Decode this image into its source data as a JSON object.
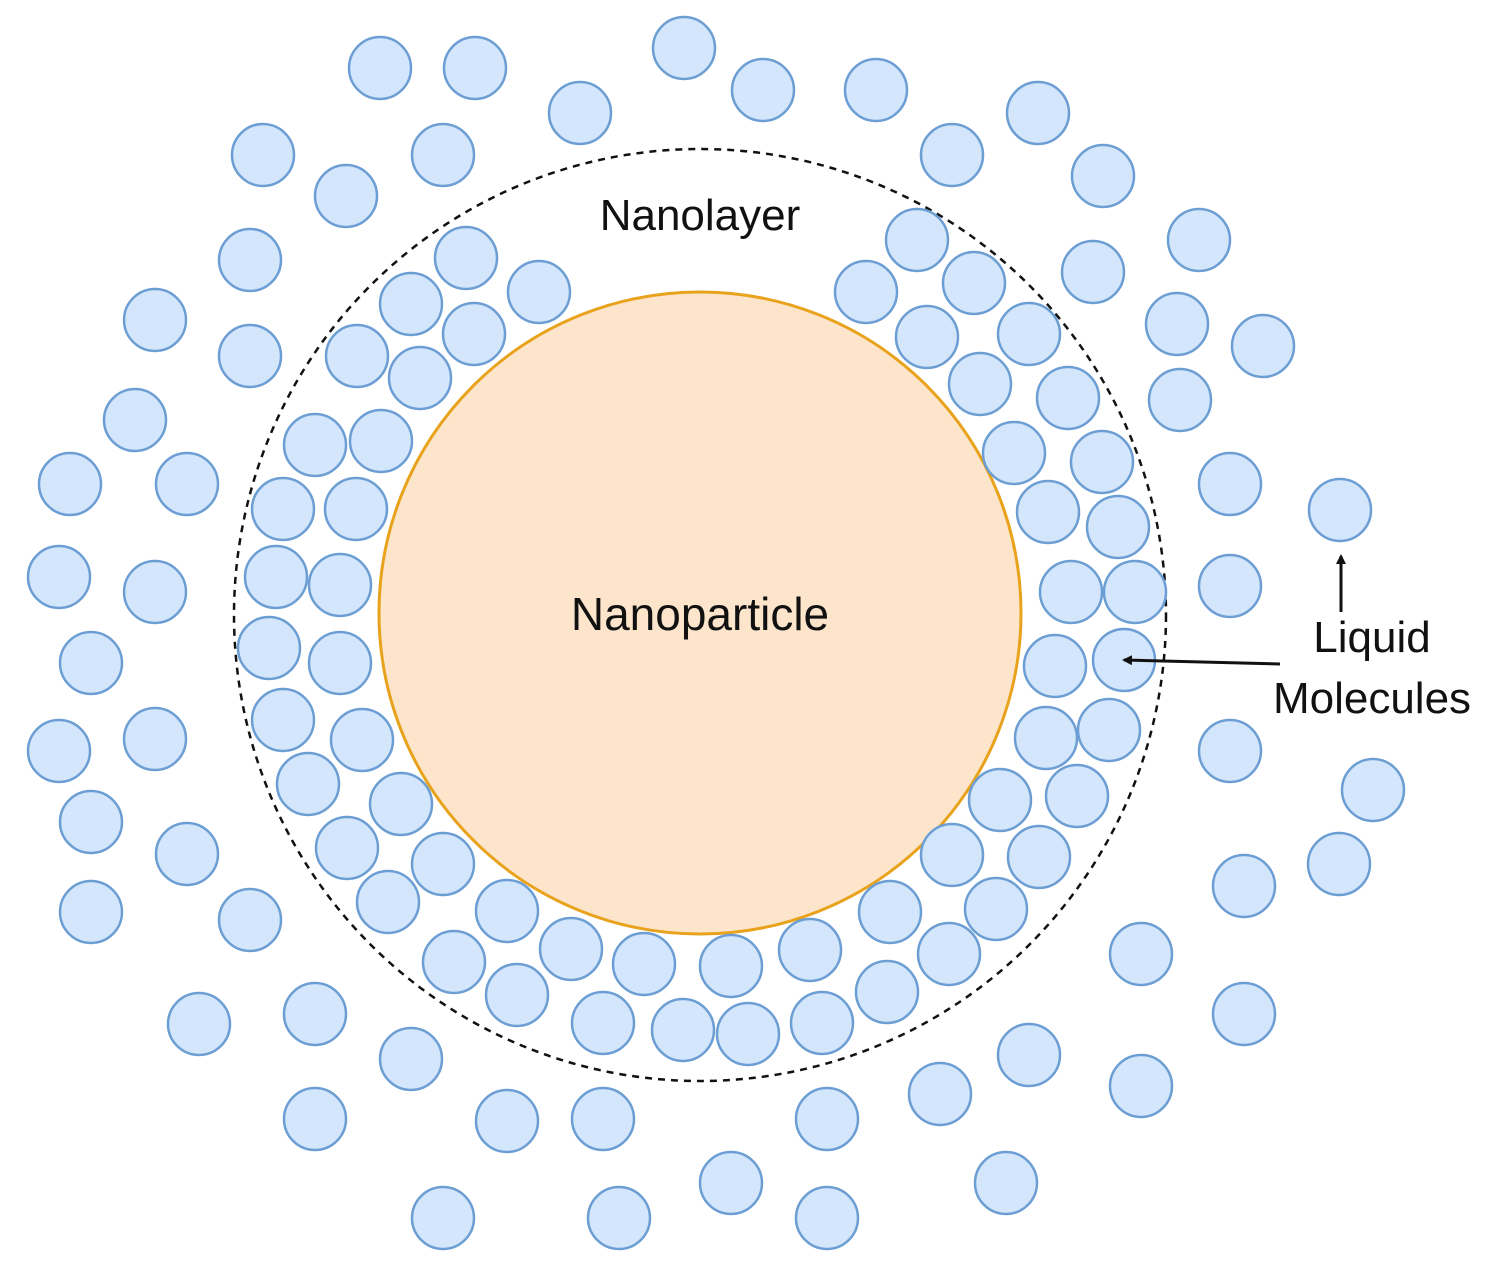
{
  "labels": {
    "nanolayer": "Nanolayer",
    "nanoparticle": "Nanoparticle",
    "liquid_line1": "Liquid",
    "liquid_line2": "Molecules"
  },
  "colors": {
    "background": "#ffffff",
    "molecule_fill": "#d4e6fb",
    "molecule_stroke": "#6c9ed4",
    "nanoparticle_fill": "#fde5cc",
    "nanoparticle_stroke": "#e8a21c",
    "nanolayer_boundary": "#111111",
    "arrow": "#111111"
  },
  "icons": {
    "molecule": "circle",
    "nanolayer_boundary": "dashed-circle",
    "pointer": "arrow"
  }
}
